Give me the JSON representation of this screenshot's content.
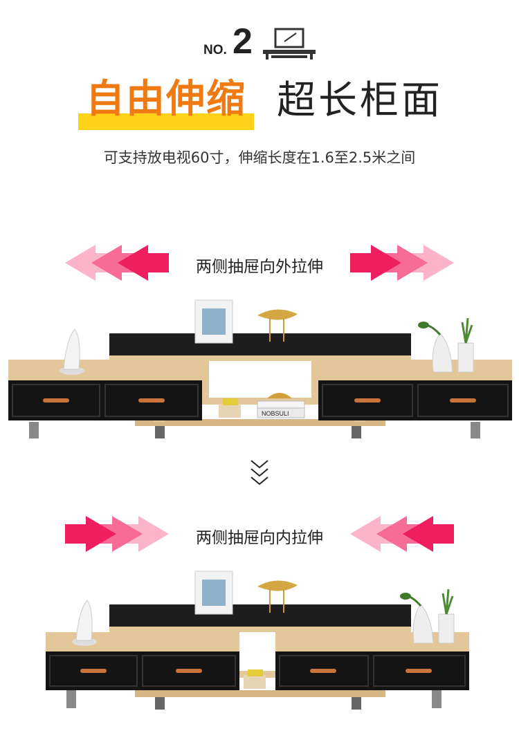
{
  "header": {
    "no_label": "NO.",
    "no_number": "2",
    "title_highlight": "自由伸缩",
    "title_rest": "超长柜面",
    "subtitle": "可支持放电视60寸，伸缩长度在1.6至2.5米之间"
  },
  "extend_section": {
    "label": "两侧抽屉向外拉伸"
  },
  "retract_section": {
    "label": "两侧抽屉向内拉伸"
  },
  "book_spine_text": "NOBSULI",
  "icons": [
    "tv-cabinet-icon",
    "arrow-left-icon",
    "arrow-right-icon",
    "down-chevron-icon"
  ],
  "colors": {
    "accent_orange": "#f07a12",
    "highlight_yellow": "#ffd21a",
    "arrow_deep": "#ef1f5f",
    "arrow_mid": "#f66c96",
    "arrow_light": "#fbb4c9",
    "wood": "#e3c79b",
    "drawer_black": "#141414",
    "glass_top": "#1d1d1d"
  }
}
